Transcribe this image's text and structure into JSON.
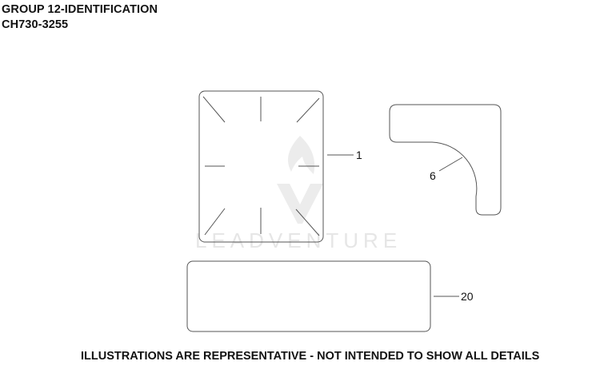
{
  "header": {
    "group_title": "GROUP 12-IDENTIFICATION",
    "model_code": "CH730-3255"
  },
  "callouts": {
    "part_1": "1",
    "part_6": "6",
    "part_20": "20"
  },
  "watermark": {
    "brand_text": "LEADVENTURE"
  },
  "footer": {
    "disclaimer": "ILLUSTRATIONS ARE REPRESENTATIVE - NOT INTENDED TO SHOW ALL DETAILS"
  },
  "colors": {
    "line": "#555555",
    "text": "#111111",
    "watermark": "#e6e6e6"
  }
}
